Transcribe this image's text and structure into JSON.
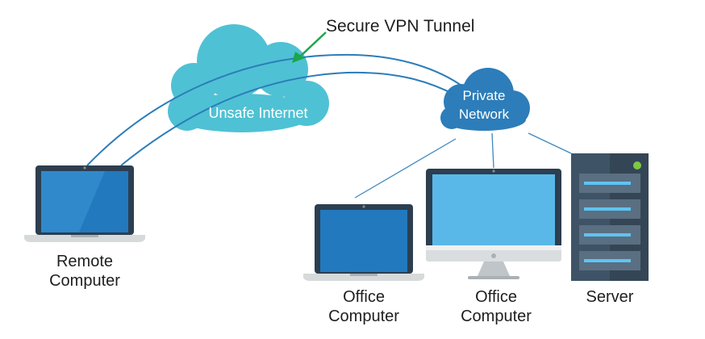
{
  "diagram": {
    "tunnel_label": "Secure VPN Tunnel",
    "internet_cloud_label": "Unsafe Internet",
    "private_cloud_label": "Private\nNetwork",
    "devices": {
      "remote": "Remote\nComputer",
      "office_laptop": "Office\nComputer",
      "office_desktop": "Office\nComputer",
      "server": "Server"
    }
  },
  "colors": {
    "cloud_internet": "#4fc1d4",
    "cloud_private": "#2c7db9",
    "tunnel_line": "#2c7db9",
    "arrow": "#1ca64a",
    "connector_line": "#3f88bc",
    "laptop_frame": "#2c3e50",
    "screen_blue": "#2279be",
    "monitor_screen": "#5ab8e8",
    "server_body": "#3e5366",
    "server_led": "#7ec843"
  },
  "icons": [
    "laptop-icon",
    "desktop-monitor-icon",
    "server-rack-icon",
    "cloud-icon",
    "arrow-icon"
  ]
}
